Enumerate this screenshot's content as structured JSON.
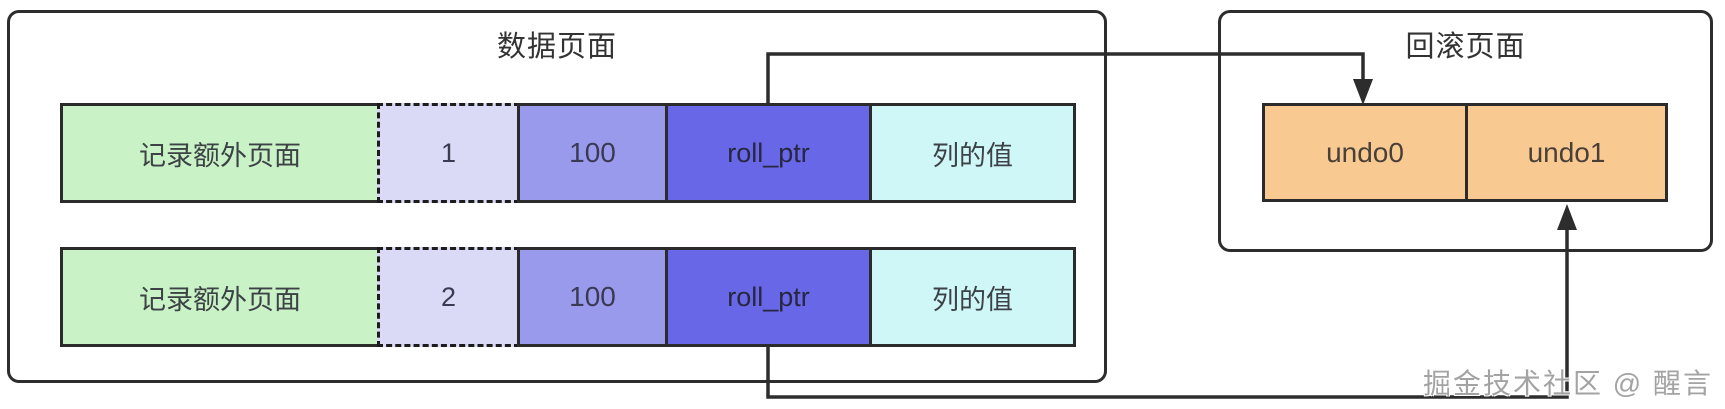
{
  "diagram": {
    "data_page": {
      "title": "数据页面",
      "rows": [
        {
          "record": "记录额外页面",
          "trx_id": "1",
          "value": "100",
          "roll_ptr": "roll_ptr",
          "column": "列的值"
        },
        {
          "record": "记录额外页面",
          "trx_id": "2",
          "value": "100",
          "roll_ptr": "roll_ptr",
          "column": "列的值"
        }
      ]
    },
    "rollback_page": {
      "title": "回滚页面",
      "cells": [
        {
          "label": "undo0"
        },
        {
          "label": "undo1"
        }
      ]
    },
    "watermark": "掘金技术社区 @ 醒言",
    "colors": {
      "record_cell": "#c9f2c6",
      "trx_cell": "#dadaf6",
      "value_cell": "#9a9aed",
      "roll_ptr_cell": "#6767e7",
      "column_cell": "#d0f7f8",
      "undo_cell": "#f8ca92",
      "line": "#2d2d2d"
    }
  }
}
